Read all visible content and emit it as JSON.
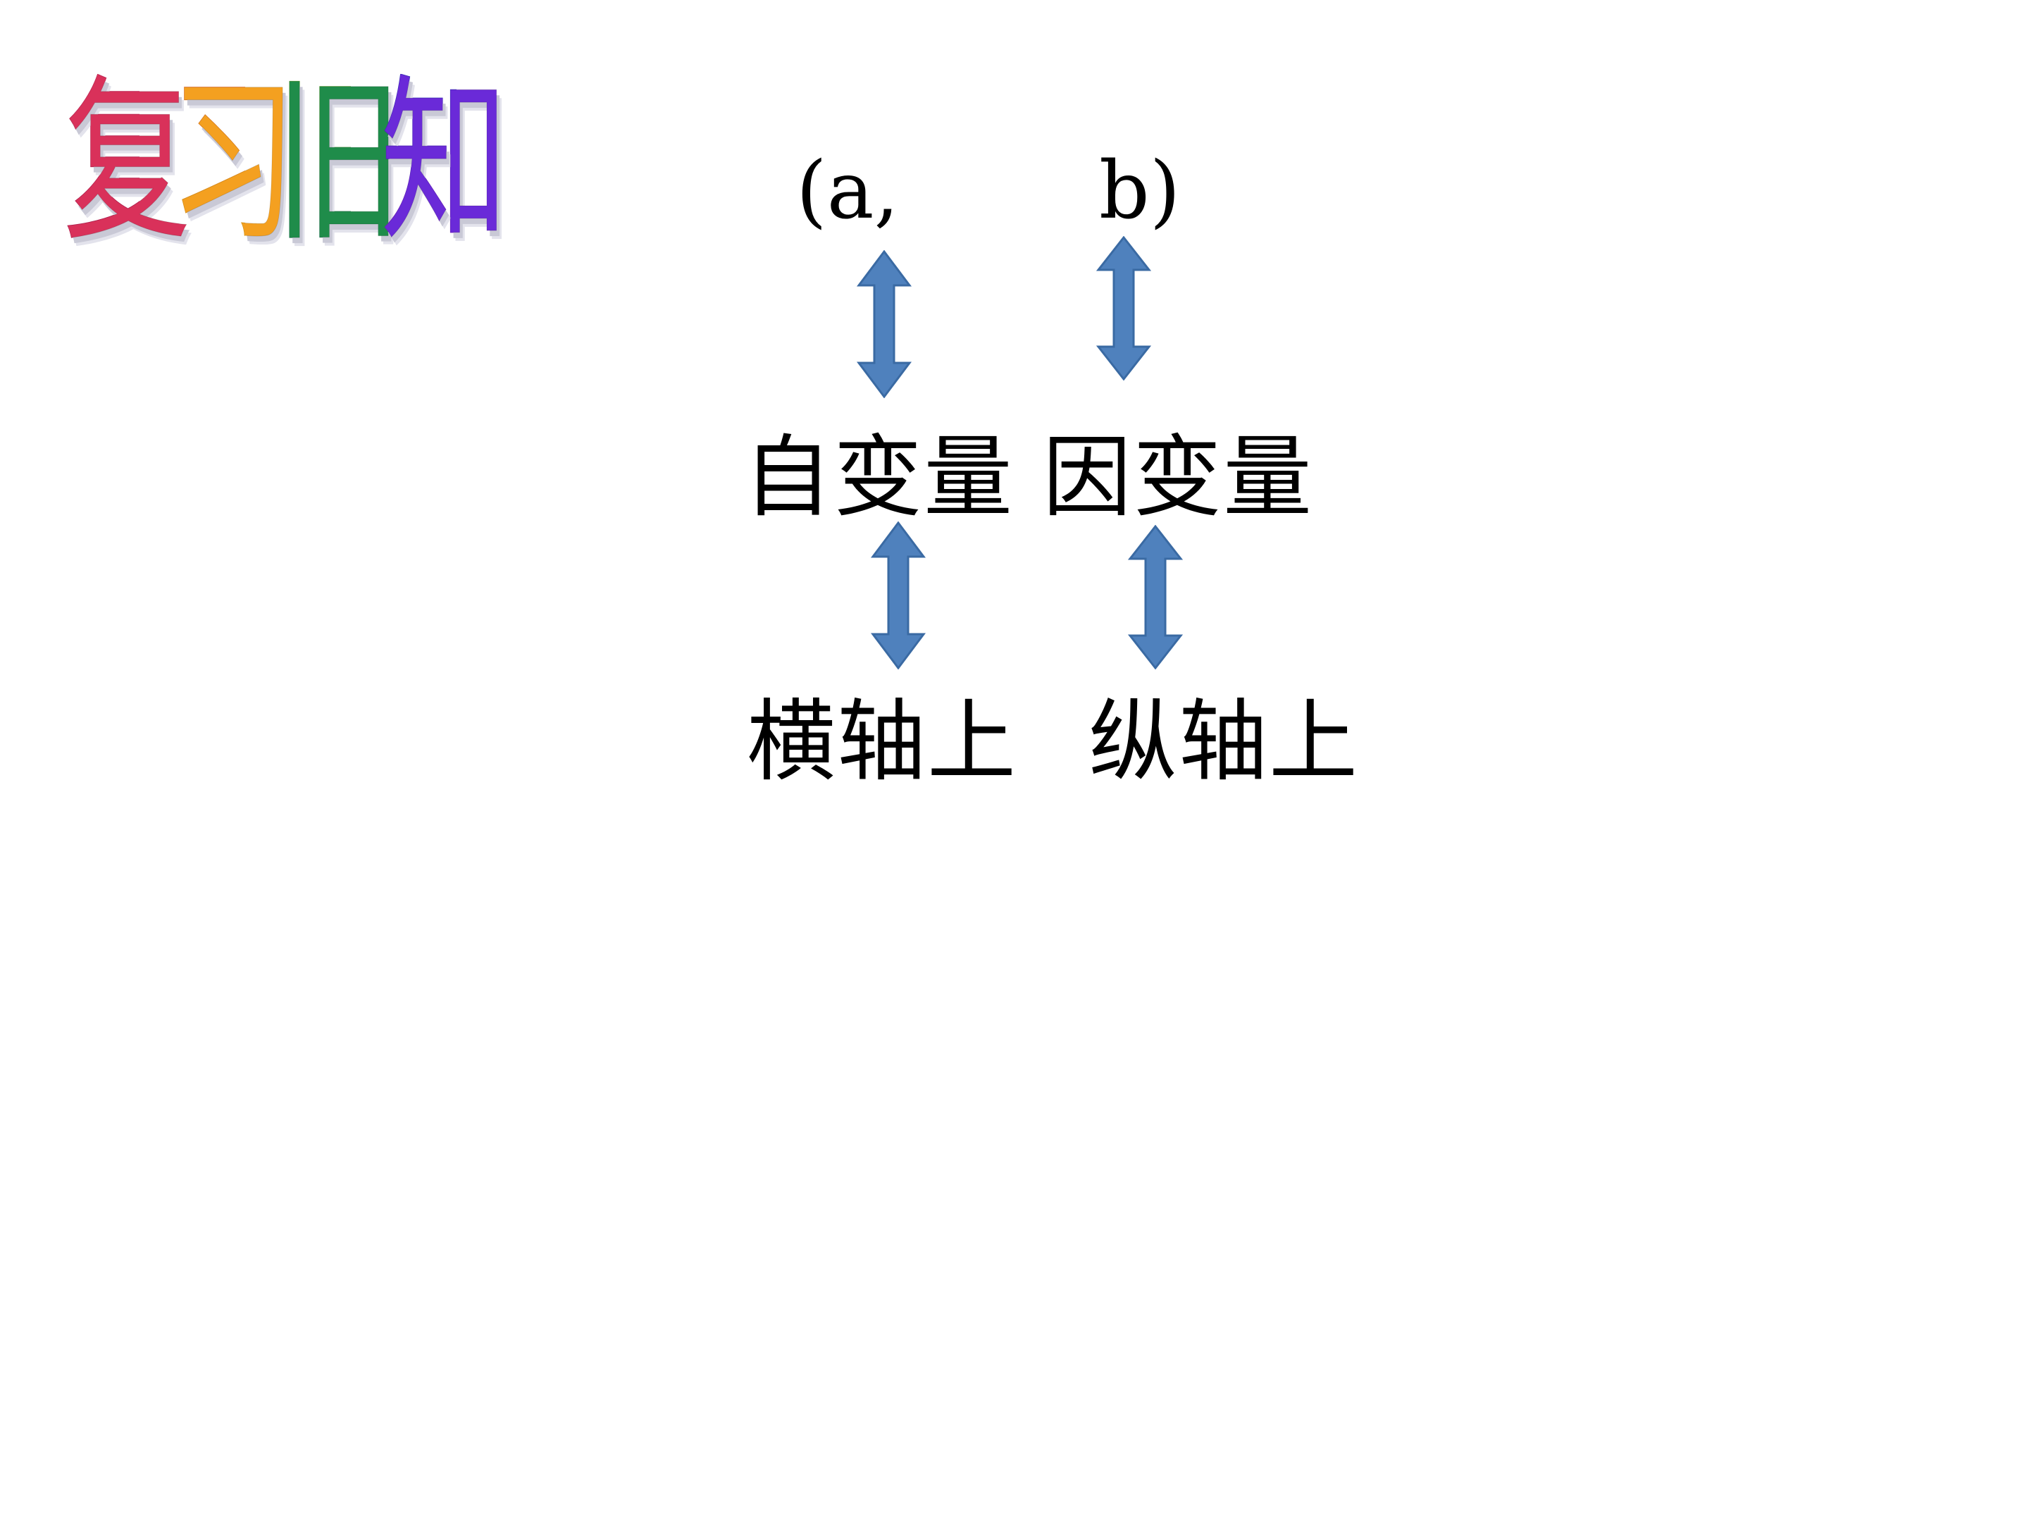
{
  "slide": {
    "title": {
      "chars": [
        "复",
        "习",
        "旧",
        "知"
      ],
      "colors": [
        "#d9315a",
        "#f4a020",
        "#1f8c4a",
        "#6a2ad8"
      ]
    },
    "pair": {
      "left": "(a,",
      "right": "b)"
    },
    "variables": {
      "left": "自变量",
      "right": "因变量"
    },
    "axes": {
      "left": "横轴上",
      "right": "纵轴上"
    },
    "arrow_color": "#4f81bd",
    "arrow_icon": "double-headed-vertical-arrow-icon"
  }
}
